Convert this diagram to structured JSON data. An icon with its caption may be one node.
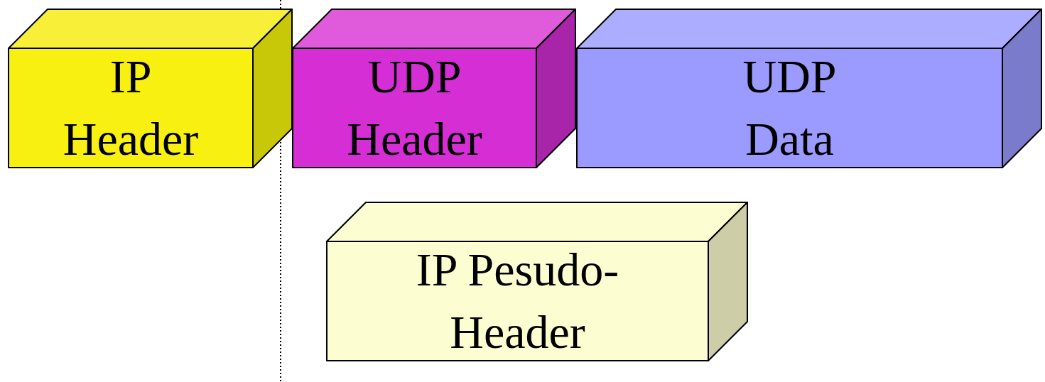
{
  "diagram": {
    "nodes": [
      {
        "text": [
          "IP Header"
        ]
      },
      {
        "text": [
          "UDP Header"
        ]
      },
      {
        "text": [
          "UDP Data"
        ]
      },
      {
        "text": [
          "IP Pesudo-Header"
        ]
      }
    ]
  }
}
